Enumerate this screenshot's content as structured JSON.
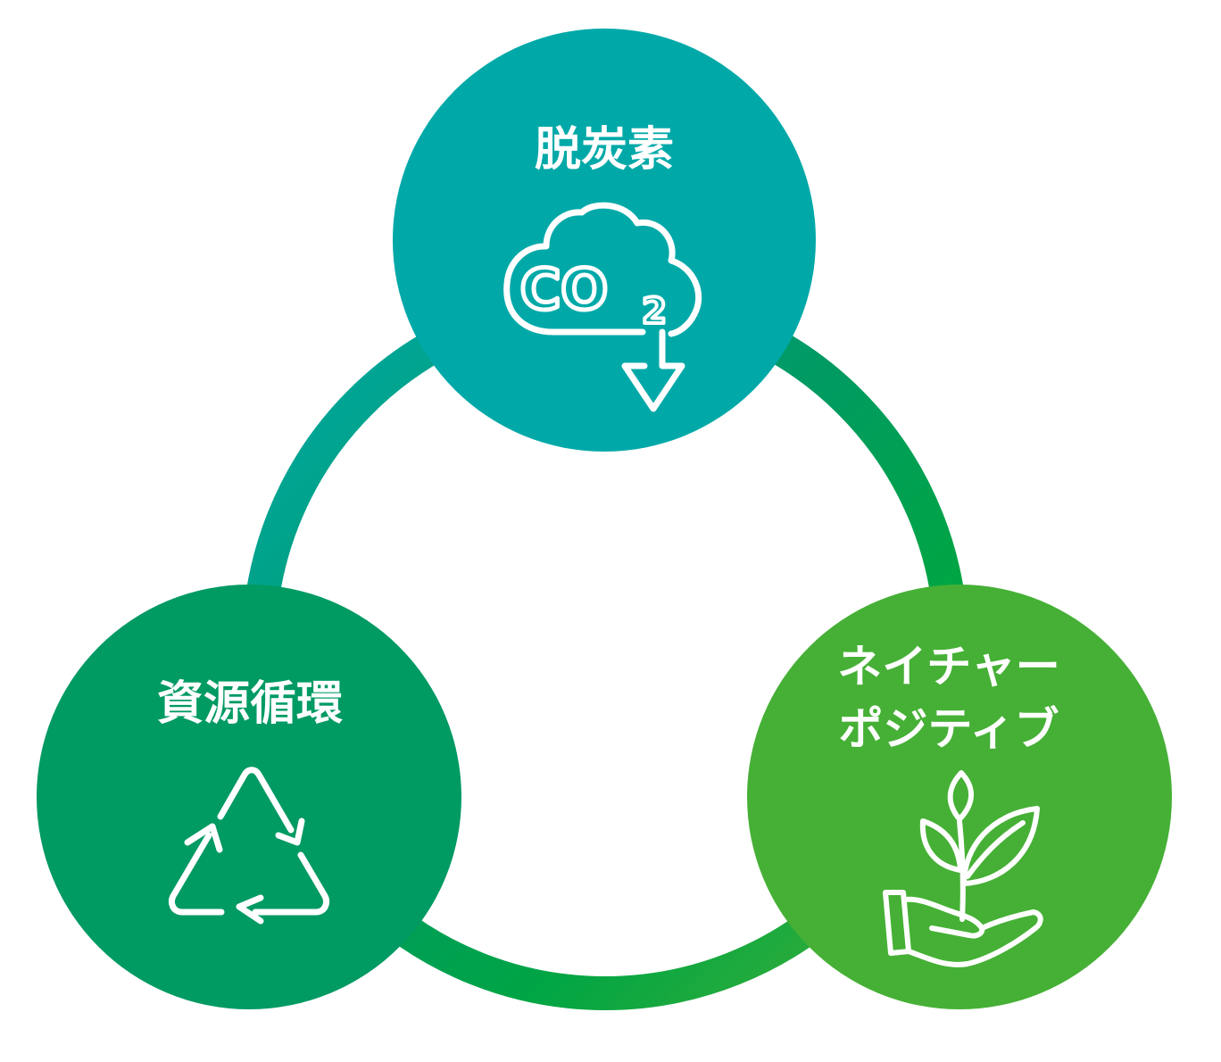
{
  "nodes": {
    "top": {
      "label": "脱炭素",
      "icon": "co2-cloud-down-arrow-icon",
      "color": "#00A9A8"
    },
    "left": {
      "label": "資源循環",
      "icon": "recycle-icon",
      "color": "#009A63"
    },
    "right": {
      "label_lines": [
        "ネイチャー",
        "ポジティブ"
      ],
      "icon": "hand-plant-icon",
      "color": "#45B035"
    }
  },
  "co2_text": {
    "main": "CO",
    "sub": "2"
  },
  "ring_colors": [
    "#00A9A8",
    "#009A63",
    "#45B035"
  ]
}
